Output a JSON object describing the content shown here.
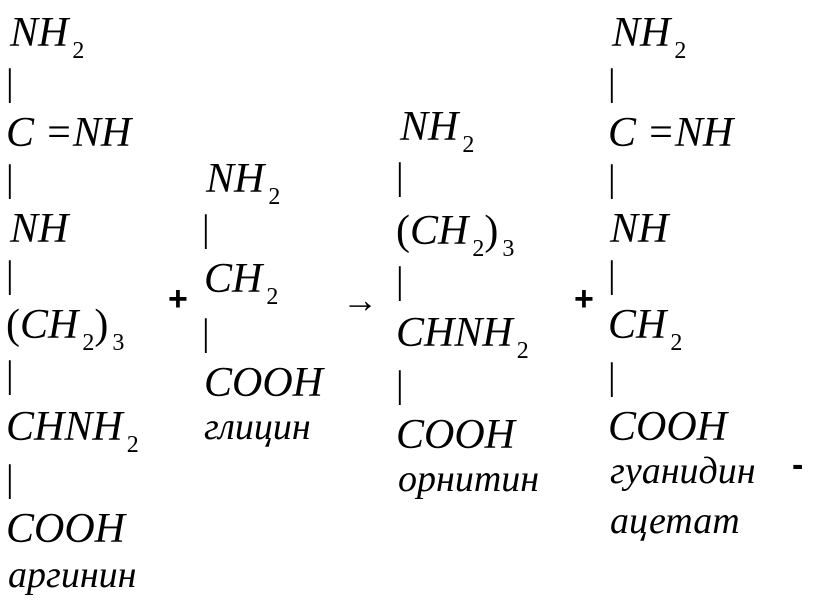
{
  "arginine": {
    "nh2_top": "NH",
    "nh2_top_sub": "2",
    "bond": "|",
    "c_nh": "C =NH",
    "nh": "NH",
    "ch2_3_open": "(CH",
    "ch2_3_sub": "2",
    "ch2_3_close": ")",
    "ch2_3_count": "3",
    "chnh2": "CHNH",
    "chnh2_sub": "2",
    "cooh": "COOH",
    "name": "аргинин"
  },
  "glycine": {
    "nh2": "NH",
    "nh2_sub": "2",
    "bond": "|",
    "ch2": "CH",
    "ch2_sub": "2",
    "cooh": "COOH",
    "name": "глицин"
  },
  "ornithine": {
    "nh2": "NH",
    "nh2_sub": "2",
    "bond": "|",
    "ch2_3_open": "(CH",
    "ch2_3_sub": "2",
    "ch2_3_close": ")",
    "ch2_3_count": "3",
    "chnh2": "CHNH",
    "chnh2_sub": "2",
    "cooh": "COOH",
    "name": "орнитин"
  },
  "guanidinoacetate": {
    "nh2": "NH",
    "nh2_sub": "2",
    "bond": "|",
    "c_nh": "C =NH",
    "nh": "NH",
    "ch2": "CH",
    "ch2_sub": "2",
    "cooh": "COOH",
    "name_line1": "гуанидин",
    "name_dash": "-",
    "name_line2": "ацетат"
  },
  "operators": {
    "plus1": "+",
    "arrow": "→",
    "plus2": "+"
  }
}
